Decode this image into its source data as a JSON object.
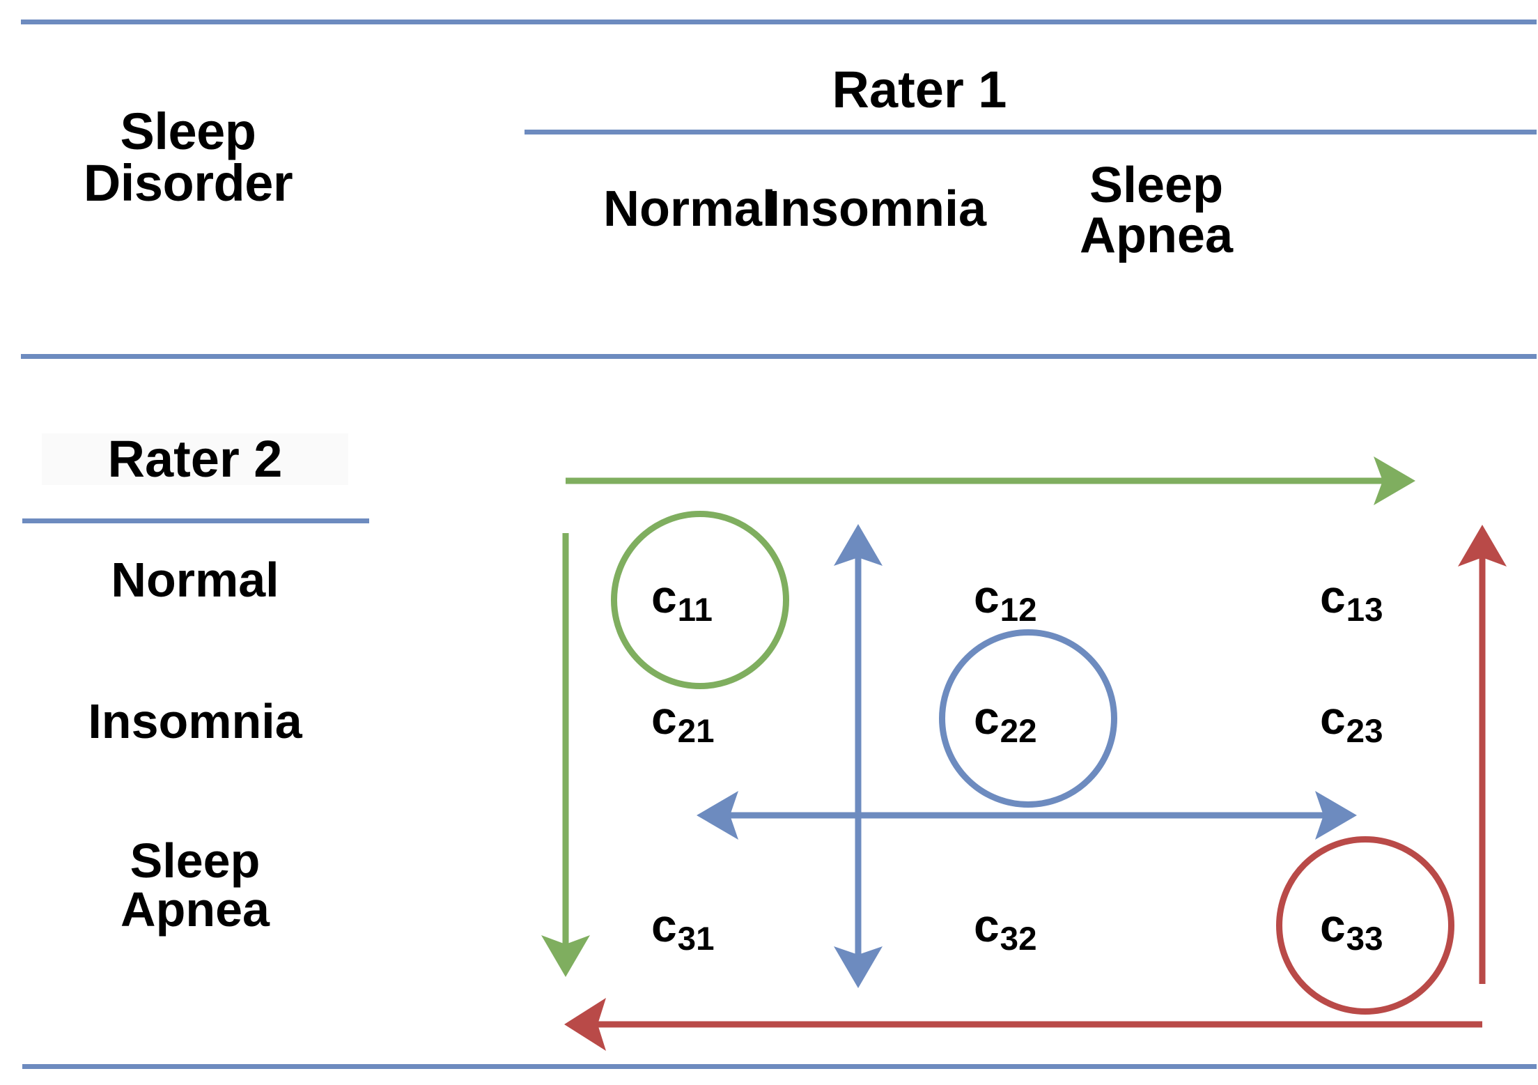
{
  "figure": {
    "corner_label": "Sleep\nDisorder",
    "column_group_title": "Rater 1",
    "row_group_title": "Rater 2",
    "column_headers": [
      "Normal",
      "Insomnia",
      "Sleep\nApnea"
    ],
    "row_headers": [
      "Normal",
      "Insomnia",
      "Sleep\nApnea"
    ],
    "cells": [
      [
        {
          "label": "c",
          "sub": "11"
        },
        {
          "label": "c",
          "sub": "12"
        },
        {
          "label": "c",
          "sub": "13"
        }
      ],
      [
        {
          "label": "c",
          "sub": "21"
        },
        {
          "label": "c",
          "sub": "22"
        },
        {
          "label": "c",
          "sub": "23"
        }
      ],
      [
        {
          "label": "c",
          "sub": "31"
        },
        {
          "label": "c",
          "sub": "32"
        },
        {
          "label": "c",
          "sub": "33"
        }
      ]
    ],
    "highlights": [
      {
        "cell": "c11",
        "color": "#7FAE5F"
      },
      {
        "cell": "c22",
        "color": "#6D8BBF"
      },
      {
        "cell": "c33",
        "color": "#B94A48"
      }
    ],
    "annotation_arrows": [
      {
        "name": "green-top-right-arrow",
        "color": "#7FAE5F",
        "direction": "right"
      },
      {
        "name": "green-left-down-arrow",
        "color": "#7FAE5F",
        "direction": "down"
      },
      {
        "name": "blue-middle-up-arrow",
        "color": "#6D8BBF",
        "direction": "up"
      },
      {
        "name": "blue-middle-down-arrow",
        "color": "#6D8BBF",
        "direction": "down"
      },
      {
        "name": "blue-middle-left-arrow",
        "color": "#6D8BBF",
        "direction": "left"
      },
      {
        "name": "blue-middle-right-arrow",
        "color": "#6D8BBF",
        "direction": "right"
      },
      {
        "name": "red-right-up-arrow",
        "color": "#B94A48",
        "direction": "up"
      },
      {
        "name": "red-bottom-left-arrow",
        "color": "#B94A48",
        "direction": "left"
      }
    ],
    "colors": {
      "rule": "#6D8BBF",
      "green": "#7FAE5F",
      "blue": "#6D8BBF",
      "red": "#B94A48",
      "text": "#000000",
      "background": "#FFFFFF"
    }
  },
  "chart_data": {
    "type": "table",
    "title": "Sleep Disorder",
    "xlabel": "Rater 1",
    "ylabel": "Rater 2",
    "categories": [
      "Normal",
      "Insomnia",
      "Sleep Apnea"
    ],
    "cell_labels": [
      [
        "c11",
        "c12",
        "c13"
      ],
      [
        "c21",
        "c22",
        "c23"
      ],
      [
        "c31",
        "c32",
        "c33"
      ]
    ],
    "diagonal_highlighted": [
      "c11",
      "c22",
      "c33"
    ],
    "grid": false,
    "legend": "none"
  }
}
